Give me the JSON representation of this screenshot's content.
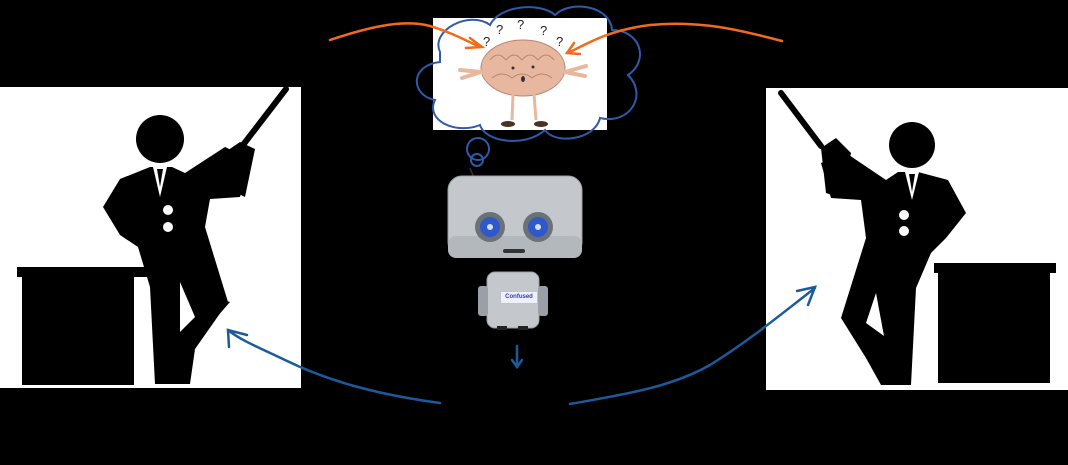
{
  "diagram": {
    "background": "#000000",
    "nodes": [
      {
        "id": "teacher-left",
        "kind": "teacher-silhouette",
        "facing": "right",
        "props": [
          "pointer-stick",
          "desk"
        ]
      },
      {
        "id": "teacher-right",
        "kind": "teacher-silhouette",
        "facing": "left",
        "props": [
          "pointer-stick",
          "desk"
        ]
      },
      {
        "id": "robot",
        "kind": "robot-student",
        "badge_text": "Confused"
      },
      {
        "id": "brain",
        "kind": "confused-brain-thought",
        "symbols": [
          "?",
          "?",
          "?",
          "?",
          "?"
        ]
      }
    ],
    "edges": [
      {
        "from": "left-top",
        "to": "brain",
        "color": "#f26a1b",
        "style": "hand-drawn arrow"
      },
      {
        "from": "right-top",
        "to": "brain",
        "color": "#f26a1b",
        "style": "hand-drawn arrow"
      },
      {
        "from": "robot",
        "to": "below",
        "color": "#1c5a9c",
        "style": "short down arrow"
      },
      {
        "from": "bottom-center",
        "to": "teacher-left",
        "color": "#1c5a9c",
        "style": "curved arrow"
      },
      {
        "from": "bottom-center",
        "to": "teacher-right",
        "color": "#1c5a9c",
        "style": "curved arrow"
      }
    ],
    "colors": {
      "orange_arrow": "#f26a1b",
      "blue_arrow": "#1c5a9c",
      "cloud_outline": "#2f5aa8",
      "brain_fill": "#e8b7a0",
      "robot_body": "#c4c8cc",
      "robot_eye": "#2f58c8"
    }
  }
}
